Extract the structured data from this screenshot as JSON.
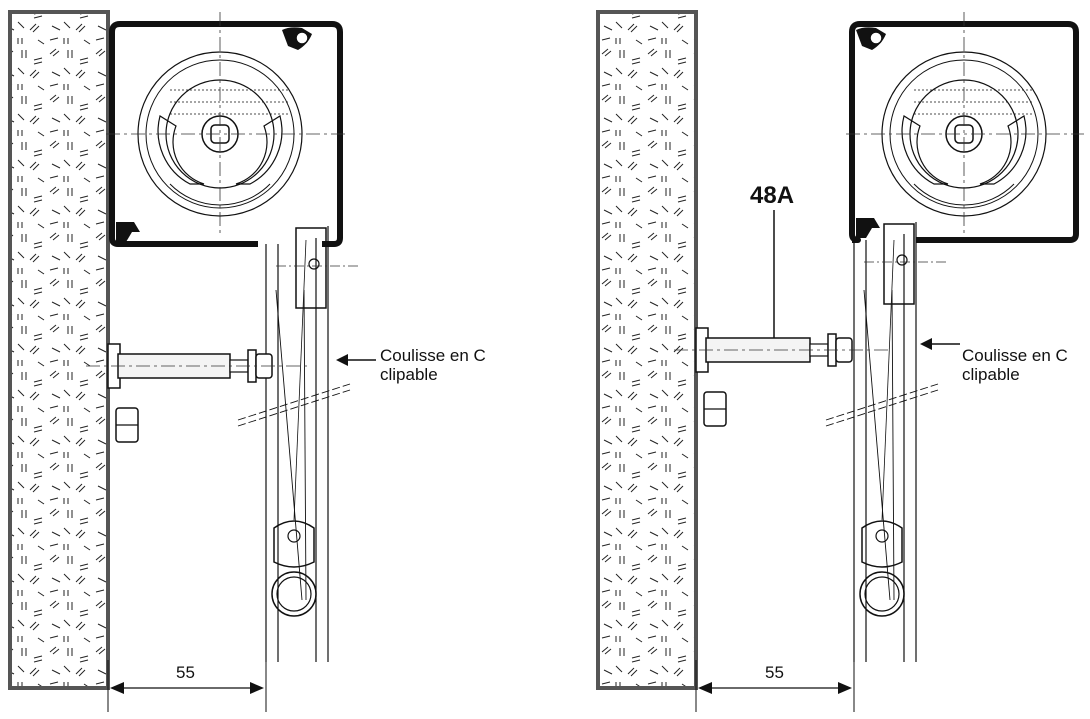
{
  "panels": [
    {
      "id": "left",
      "callout": {
        "line1": "Coulisse en C",
        "line2": "clipable"
      },
      "dimension": "55"
    },
    {
      "id": "right",
      "reference": "48A",
      "callout": {
        "line1": "Coulisse en C",
        "line2": "clipable"
      },
      "dimension": "55"
    }
  ],
  "colors": {
    "wall_frame": "#555555",
    "line": "#111111",
    "fill_light": "#f4f4f4",
    "axis": "#333333"
  }
}
